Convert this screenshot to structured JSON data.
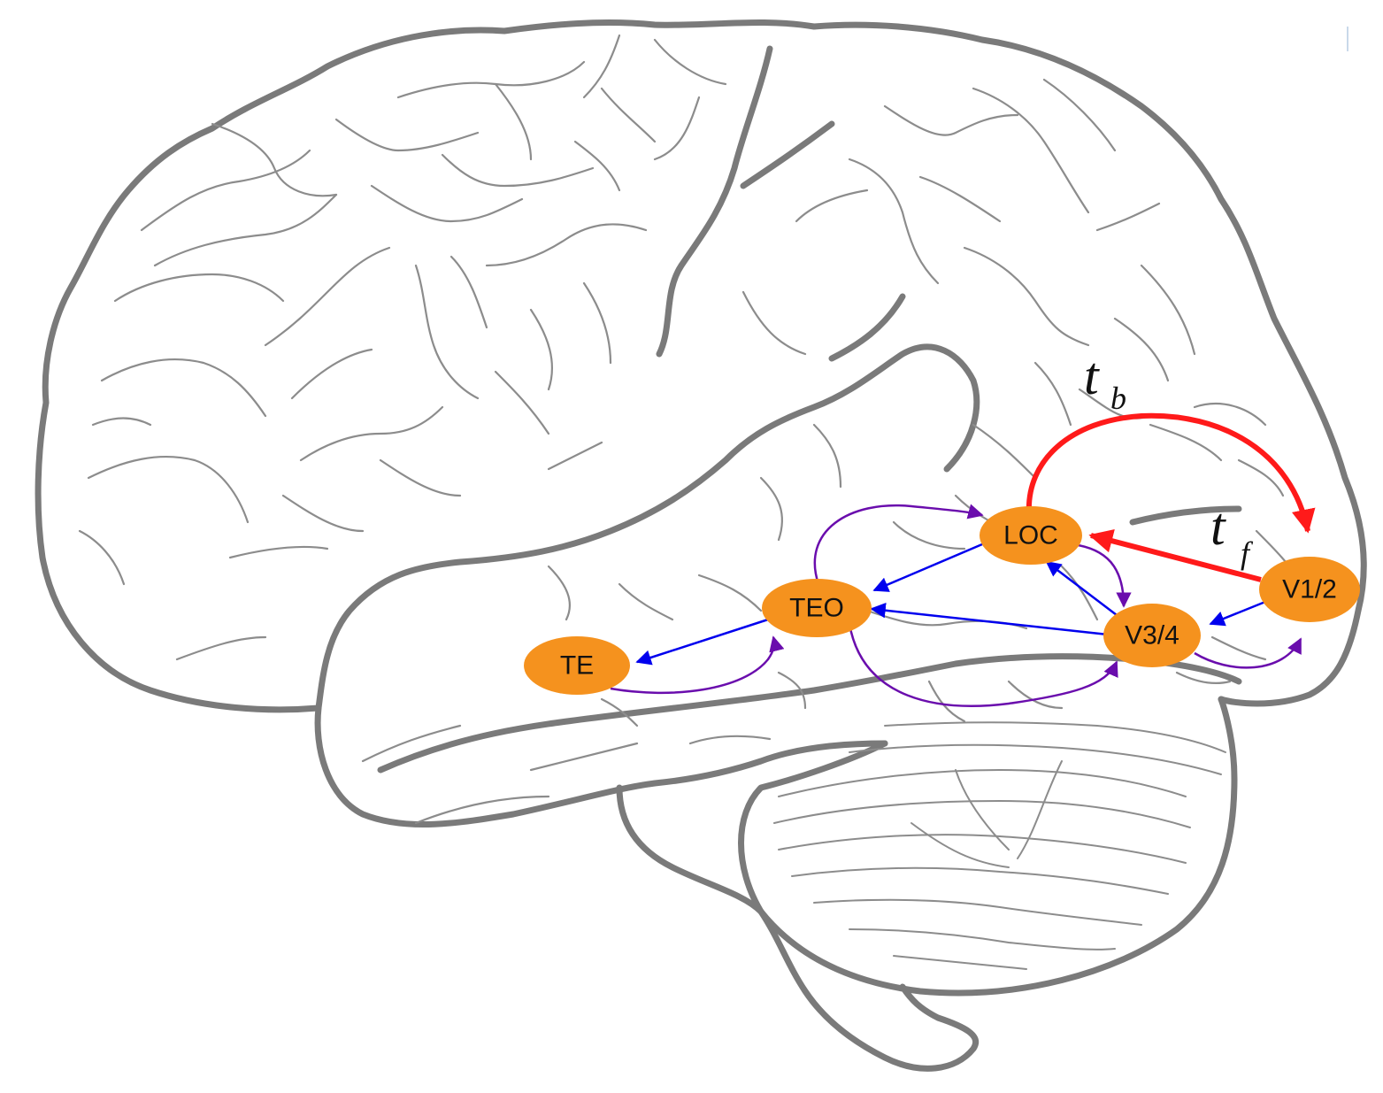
{
  "diagram": {
    "colors": {
      "node_fill": "#f5921e",
      "feedforward": "#0000ee",
      "feedback": "#6a0dad",
      "timing": "#ff1a1a",
      "brain_outline": "#7a7a7a"
    },
    "nodes": [
      {
        "id": "loc",
        "label": "LOC"
      },
      {
        "id": "teo",
        "label": "TEO"
      },
      {
        "id": "te",
        "label": "TE"
      },
      {
        "id": "v12",
        "label": "V1/2"
      },
      {
        "id": "v34",
        "label": "V3/4"
      }
    ],
    "edges": [
      {
        "from": "v12",
        "to": "loc",
        "type": "timing"
      },
      {
        "from": "loc",
        "to": "v12",
        "type": "timing"
      },
      {
        "from": "v12",
        "to": "v34",
        "type": "feedforward"
      },
      {
        "from": "v34",
        "to": "loc",
        "type": "feedforward"
      },
      {
        "from": "v34",
        "to": "teo",
        "type": "feedforward"
      },
      {
        "from": "loc",
        "to": "teo",
        "type": "feedforward"
      },
      {
        "from": "teo",
        "to": "te",
        "type": "feedforward"
      },
      {
        "from": "te",
        "to": "teo",
        "type": "feedback"
      },
      {
        "from": "teo",
        "to": "loc",
        "type": "feedback"
      },
      {
        "from": "teo",
        "to": "v34",
        "type": "feedback"
      },
      {
        "from": "loc",
        "to": "v34",
        "type": "feedback"
      },
      {
        "from": "v34",
        "to": "v12",
        "type": "feedback"
      }
    ],
    "time_labels": {
      "backward": {
        "main": "t",
        "sub": "b"
      },
      "forward": {
        "main": "t",
        "sub": "f"
      }
    }
  }
}
